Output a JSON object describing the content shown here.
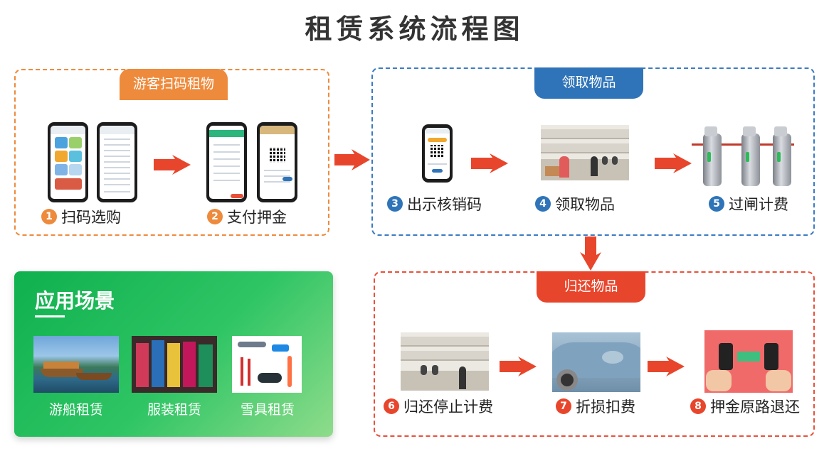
{
  "title": "租赁系统流程图",
  "colors": {
    "orange": "#ee8a3c",
    "blue": "#2f74b8",
    "red": "#e8462c",
    "green": "#0fb04e"
  },
  "sections": {
    "rent": {
      "label": "游客扫码租物"
    },
    "pickup": {
      "label": "领取物品"
    },
    "return": {
      "label": "归还物品"
    }
  },
  "steps": [
    {
      "num": "1",
      "label": "扫码选购"
    },
    {
      "num": "2",
      "label": "支付押金"
    },
    {
      "num": "3",
      "label": "出示核销码"
    },
    {
      "num": "4",
      "label": "领取物品"
    },
    {
      "num": "5",
      "label": "过闸计费"
    },
    {
      "num": "6",
      "label": "归还停止计费"
    },
    {
      "num": "7",
      "label": "折损扣费"
    },
    {
      "num": "8",
      "label": "押金原路退还"
    }
  ],
  "scenarios": {
    "title": "应用场景",
    "items": [
      {
        "label": "游船租赁",
        "icon": "boat-image"
      },
      {
        "label": "服装租赁",
        "icon": "costume-image"
      },
      {
        "label": "雪具租赁",
        "icon": "ski-gear-image"
      }
    ]
  }
}
